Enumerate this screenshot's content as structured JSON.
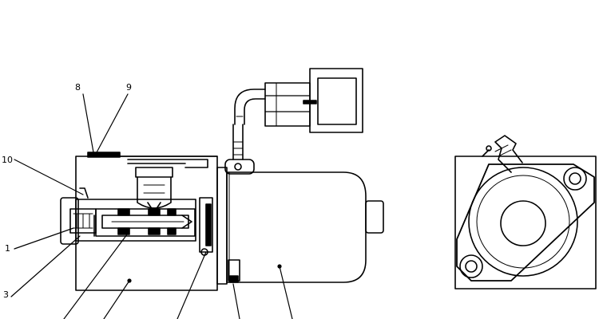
{
  "labels": {
    "l8": "8",
    "l9": "9",
    "l10": "10",
    "l1": "1",
    "l3": "3"
  },
  "colors": {
    "ink": "#000000",
    "paper": "#ffffff"
  }
}
